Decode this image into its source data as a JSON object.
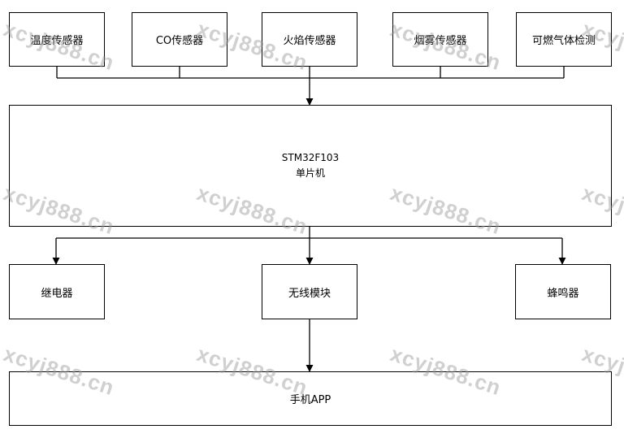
{
  "sensors": {
    "temperature": "温度传感器",
    "co": "CO传感器",
    "flame": "火焰传感器",
    "smoke": "烟雾传感器",
    "gas": "可燃气体检测"
  },
  "mcu": {
    "model": "STM32F103",
    "type": "单片机"
  },
  "outputs": {
    "relay": "继电器",
    "wireless": "无线模块",
    "buzzer": "蜂鸣器"
  },
  "app": "手机APP",
  "watermark": "xcyj888.cn",
  "colors": {
    "line": "#000000",
    "box_border": "#000000",
    "watermark": "#969696"
  }
}
